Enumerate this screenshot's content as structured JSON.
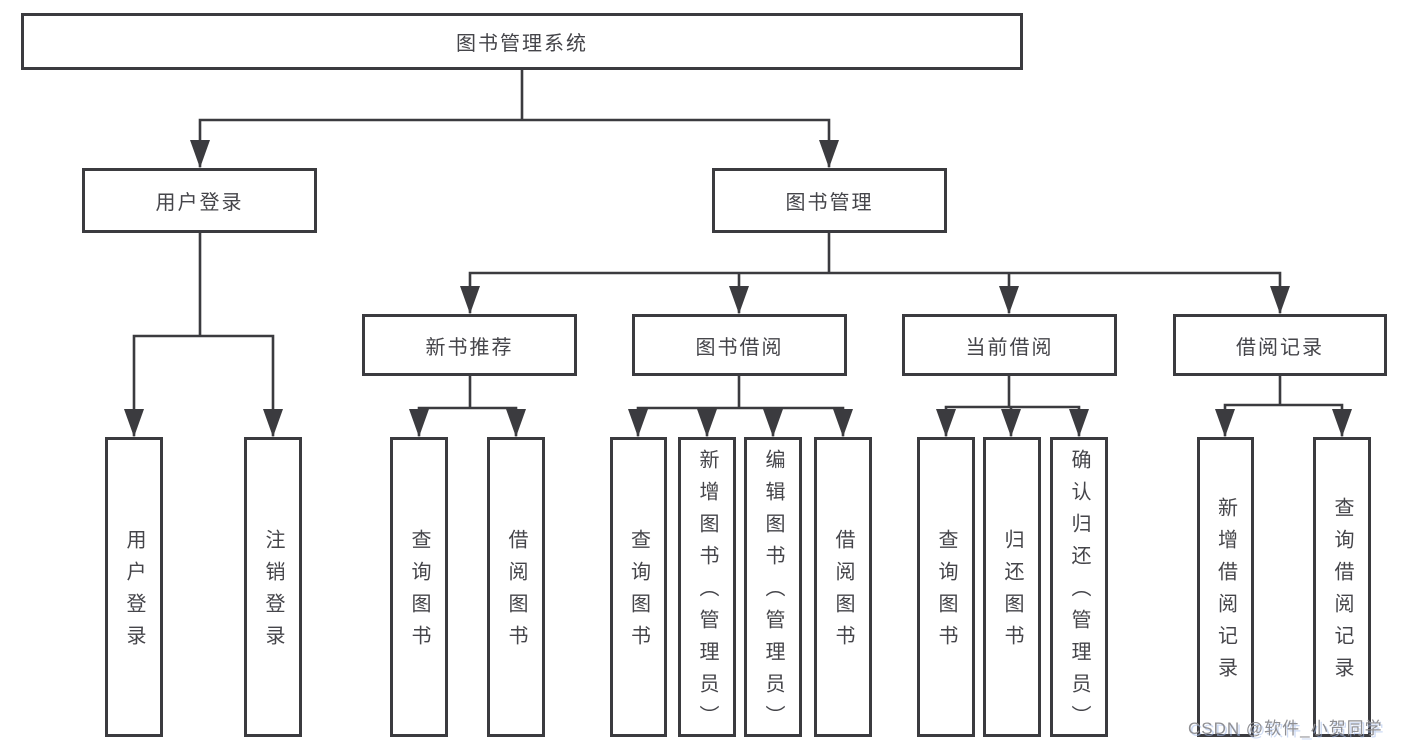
{
  "tree": {
    "root": {
      "label": "图书管理系统"
    },
    "branches": [
      {
        "label": "用户登录",
        "leaves": [
          {
            "label": "用户登录"
          },
          {
            "label": "注销登录"
          }
        ]
      },
      {
        "label": "图书管理",
        "sections": [
          {
            "label": "新书推荐",
            "leaves": [
              {
                "label": "查询图书"
              },
              {
                "label": "借阅图书"
              }
            ]
          },
          {
            "label": "图书借阅",
            "leaves": [
              {
                "label": "查询图书"
              },
              {
                "label": "新增图书（管理员）"
              },
              {
                "label": "编辑图书（管理员）"
              },
              {
                "label": "借阅图书"
              }
            ]
          },
          {
            "label": "当前借阅",
            "leaves": [
              {
                "label": "查询图书"
              },
              {
                "label": "归还图书"
              },
              {
                "label": "确认归还（管理员）"
              }
            ]
          },
          {
            "label": "借阅记录",
            "leaves": [
              {
                "label": "新增借阅记录"
              },
              {
                "label": "查询借阅记录"
              }
            ]
          }
        ]
      }
    ]
  },
  "watermark": {
    "text": "CSDN @软件_小贺同学"
  },
  "colors": {
    "line": "#3b3b3f",
    "text": "#45454a",
    "background": "#ffffff",
    "watermark": "#8f8f93"
  }
}
